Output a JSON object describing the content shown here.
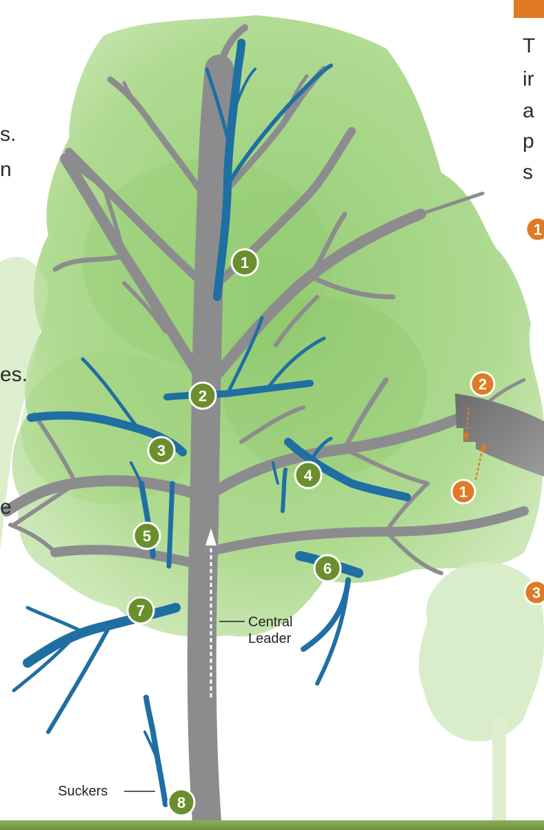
{
  "left_text_fragments": [
    "s.",
    "n",
    "es.",
    "e"
  ],
  "right_text_fragments": [
    "T",
    "ir",
    "a",
    "p",
    "s"
  ],
  "badges": [
    {
      "number": "1",
      "color": "#6b8e2e"
    },
    {
      "number": "2",
      "color": "#6b8e2e"
    },
    {
      "number": "3",
      "color": "#6b8e2e"
    },
    {
      "number": "4",
      "color": "#6b8e2e"
    },
    {
      "number": "5",
      "color": "#6b8e2e"
    },
    {
      "number": "6",
      "color": "#6b8e2e"
    },
    {
      "number": "7",
      "color": "#6b8e2e"
    },
    {
      "number": "8",
      "color": "#6b8e2e"
    }
  ],
  "side_badges": [
    {
      "number": "1",
      "color": "#e07a24"
    },
    {
      "number": "2",
      "color": "#e07a24"
    },
    {
      "number": "1",
      "color": "#e07a24"
    },
    {
      "number": "3",
      "color": "#e07a24"
    }
  ],
  "labels": {
    "central_leader_line1": "Central",
    "central_leader_line2": "Leader",
    "suckers": "Suckers"
  },
  "colors": {
    "canopy": "#9fd07a",
    "trunk": "#8c8c8e",
    "pruned_branch": "#1f6fa3",
    "accent_orange": "#e07a24",
    "badge_green": "#6b8e2e",
    "ground": "#7a9a4a"
  }
}
